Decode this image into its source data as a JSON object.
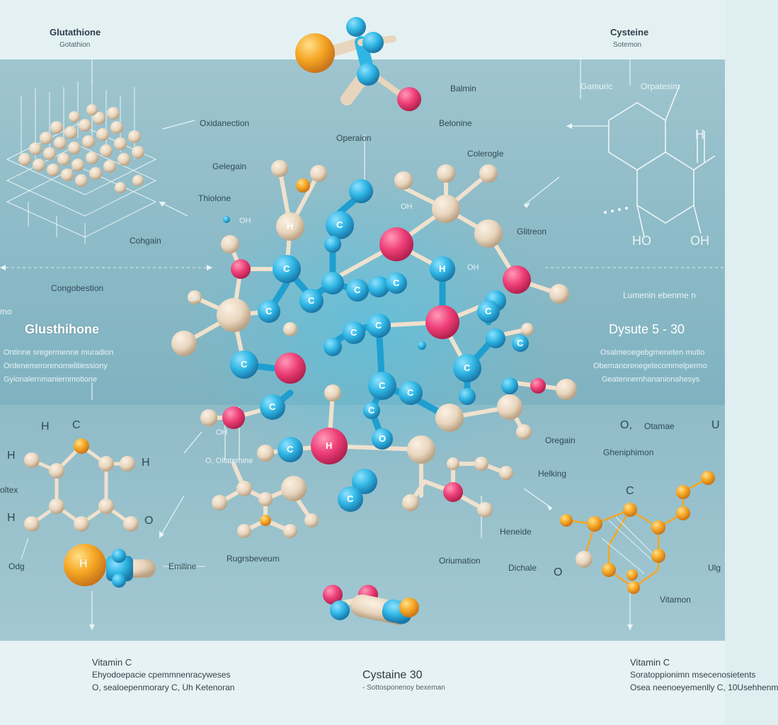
{
  "colors": {
    "background_top": "#e4f1f3",
    "background_mid": "#8fbcc8",
    "atom_blue": "#2fb6e4",
    "atom_pink": "#ee3f79",
    "atom_beige": "#e8d5bd",
    "atom_orange": "#f6a623"
  },
  "top_left": {
    "title": "Glutathione",
    "subtitle": "Gotathion"
  },
  "top_right": {
    "title": "Cysteine",
    "subtitle": "Sotemon"
  },
  "center_labels": {
    "balmin": "Balmin",
    "belonine": "Belonine",
    "colerene": "Colerogle",
    "operation": "Operaion",
    "gelegain": "Gelegain",
    "oxidation": "Oxidanection",
    "thiolone": "Thiolone",
    "cohgin": "Cohgain",
    "congotation": "Congobestion",
    "omh": "OH",
    "oh_mid": "OH",
    "oh_right": "OH",
    "olh": "Olh",
    "gliteon": "Glitreon",
    "rugeration": "Rugrsbeveum",
    "helking": "Helking",
    "heneide": "Heneide",
    "orumation": "Oriumation",
    "oregain": "Oregain",
    "dichale": "Dichale",
    "ghenilmon": "Gheniphimon",
    "otamae": "Otamae",
    "ollatamine": "O, Ollatemine",
    "oh_sml": "OH"
  },
  "left_panel": {
    "title": "Glusthihone",
    "lines": [
      "Ontinne sregermenne muradion",
      "Ordenemerorenomelitiessiony",
      "Gyionalernmaniernmotione"
    ],
    "side": "mo"
  },
  "right_panel": {
    "title": "Dysute 5 - 30",
    "lines": [
      "Osalmeoegebgmeneten mutio",
      "Obemanorenegelecommelpermo",
      "Geatennernhananionahesys"
    ],
    "side": "Lumenin ebenme n"
  },
  "right_upper_labels": {
    "gamuric": "Gamuric",
    "operation": "Orpatesim",
    "h": "H",
    "ho": "HO",
    "oh": "OH"
  },
  "left_lower_labels": {
    "h1": "H",
    "c1": "C",
    "h2": "H",
    "h3": "H",
    "o": "O",
    "h4": "H",
    "otex": "oltex",
    "odg": "Odg",
    "emilne": "Emiline",
    "hlabel": "H"
  },
  "right_lower_labels": {
    "o2": "O,",
    "u": "U",
    "c": "C",
    "o": "O",
    "ulg": "Ulg",
    "vitamon": "Vitamon"
  },
  "footer": {
    "left_title": "Vitamin C",
    "left_line1": "Ehyodoepacie cpemmnenracyweses",
    "left_line2": "O, sealoepenmorary C, Uh Ketenoran",
    "center_title": "Cystaine 30",
    "center_line": "- Sottosponenoy bexeman",
    "right_title": "Vitamin C",
    "right_line1": "Soratoppionimn msecenosietents",
    "right_line2": "Osea neenoeyemenlly C, 10Usehhenm"
  },
  "molecule_letters": [
    "C",
    "C",
    "C",
    "C",
    "C",
    "C",
    "C",
    "C",
    "C",
    "C",
    "C",
    "C",
    "H",
    "H",
    "C",
    "C",
    "C",
    "C",
    "C",
    "C",
    "H",
    "O"
  ]
}
